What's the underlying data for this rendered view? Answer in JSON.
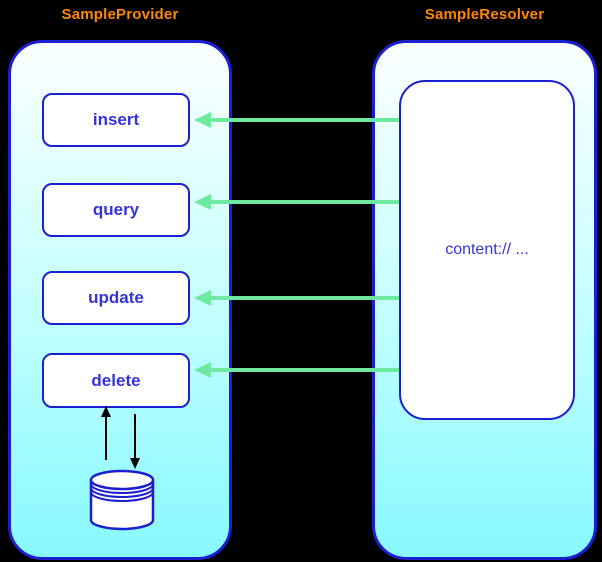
{
  "colors": {
    "background": "#000000",
    "border_blue": "#1c1ed0",
    "text_blue": "#3634d8",
    "title_orange": "#ff8800",
    "arrow_green": "#70e9a0",
    "container_gradient_top": "#fbffff",
    "container_gradient_bottom": "#87f9ff",
    "box_fill": "#ffffff"
  },
  "provider": {
    "title": "SampleProvider",
    "methods": [
      {
        "label": "insert"
      },
      {
        "label": "query"
      },
      {
        "label": "update"
      },
      {
        "label": "delete"
      }
    ]
  },
  "resolver": {
    "title": "SampleResolver",
    "uri_text": "content:// ..."
  },
  "arrows": {
    "direction": "resolver-to-provider",
    "targets": [
      "insert",
      "query",
      "update",
      "delete"
    ]
  }
}
